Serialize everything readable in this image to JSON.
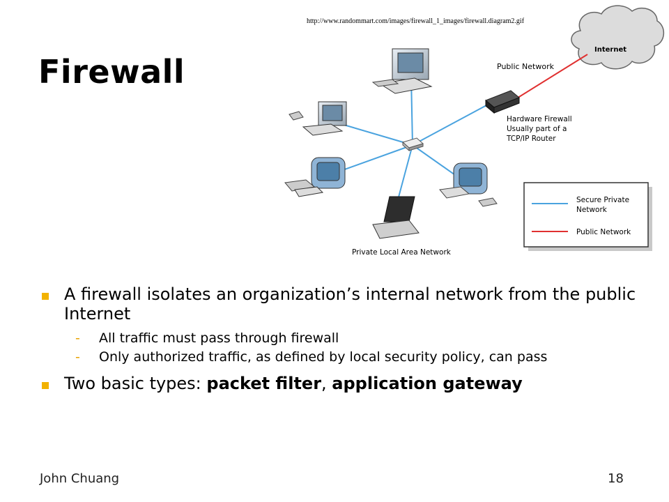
{
  "slide": {
    "title": "Firewall",
    "source_url": "http://www.randommart.com/images/firewall_1_images/firewall.diagram2.gif"
  },
  "diagram": {
    "labels": {
      "internet": "Internet",
      "public_network": "Public Network",
      "firewall_line1": "Hardware Firewall",
      "firewall_line2": "Usually part of a",
      "firewall_line3": "TCP/IP Router",
      "private_lan": "Private Local Area Network"
    },
    "legend": {
      "secure_line1": "Secure Private",
      "secure_line2": "Network",
      "public": "Public Network"
    },
    "colors": {
      "secure": "#4aa3df",
      "public": "#e03030",
      "accent": "#f2b200"
    }
  },
  "bullets": {
    "b1": "A firewall isolates an organization’s internal network from the public Internet",
    "b1_sub1": "All traffic must pass through firewall",
    "b1_sub2": "Only authorized traffic, as defined by local security policy, can pass",
    "b2_prefix": "Two basic types: ",
    "b2_term1": "packet filter",
    "b2_sep": ", ",
    "b2_term2": "application gateway"
  },
  "footer": {
    "author": "John Chuang",
    "page": "18"
  }
}
